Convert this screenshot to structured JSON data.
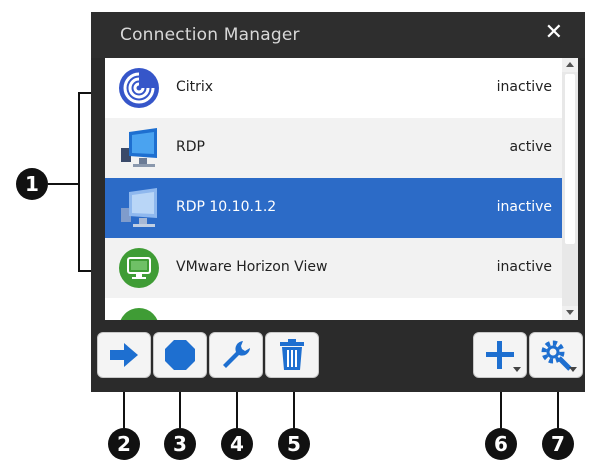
{
  "window": {
    "title": "Connection Manager",
    "close_icon": "close-icon"
  },
  "connections": [
    {
      "name": "Citrix",
      "status": "inactive",
      "icon": "citrix-icon"
    },
    {
      "name": "RDP",
      "status": "active",
      "icon": "rdp-monitor-icon"
    },
    {
      "name": "RDP 10.10.1.2",
      "status": "inactive",
      "icon": "rdp-monitor-icon"
    },
    {
      "name": "VMware Horizon View",
      "status": "inactive",
      "icon": "vmware-icon"
    }
  ],
  "toolbar": {
    "buttons": [
      "connect-arrow-icon",
      "stop-icon",
      "wrench-icon",
      "trash-icon",
      "plus-icon",
      "settings-gear-icon"
    ]
  },
  "callouts": [
    "1",
    "2",
    "3",
    "4",
    "5",
    "6",
    "7"
  ],
  "colors": {
    "titlebar": "#2e2e2e",
    "selected_row": "#2c6bc7",
    "icon_blue": "#1e6fd0"
  }
}
